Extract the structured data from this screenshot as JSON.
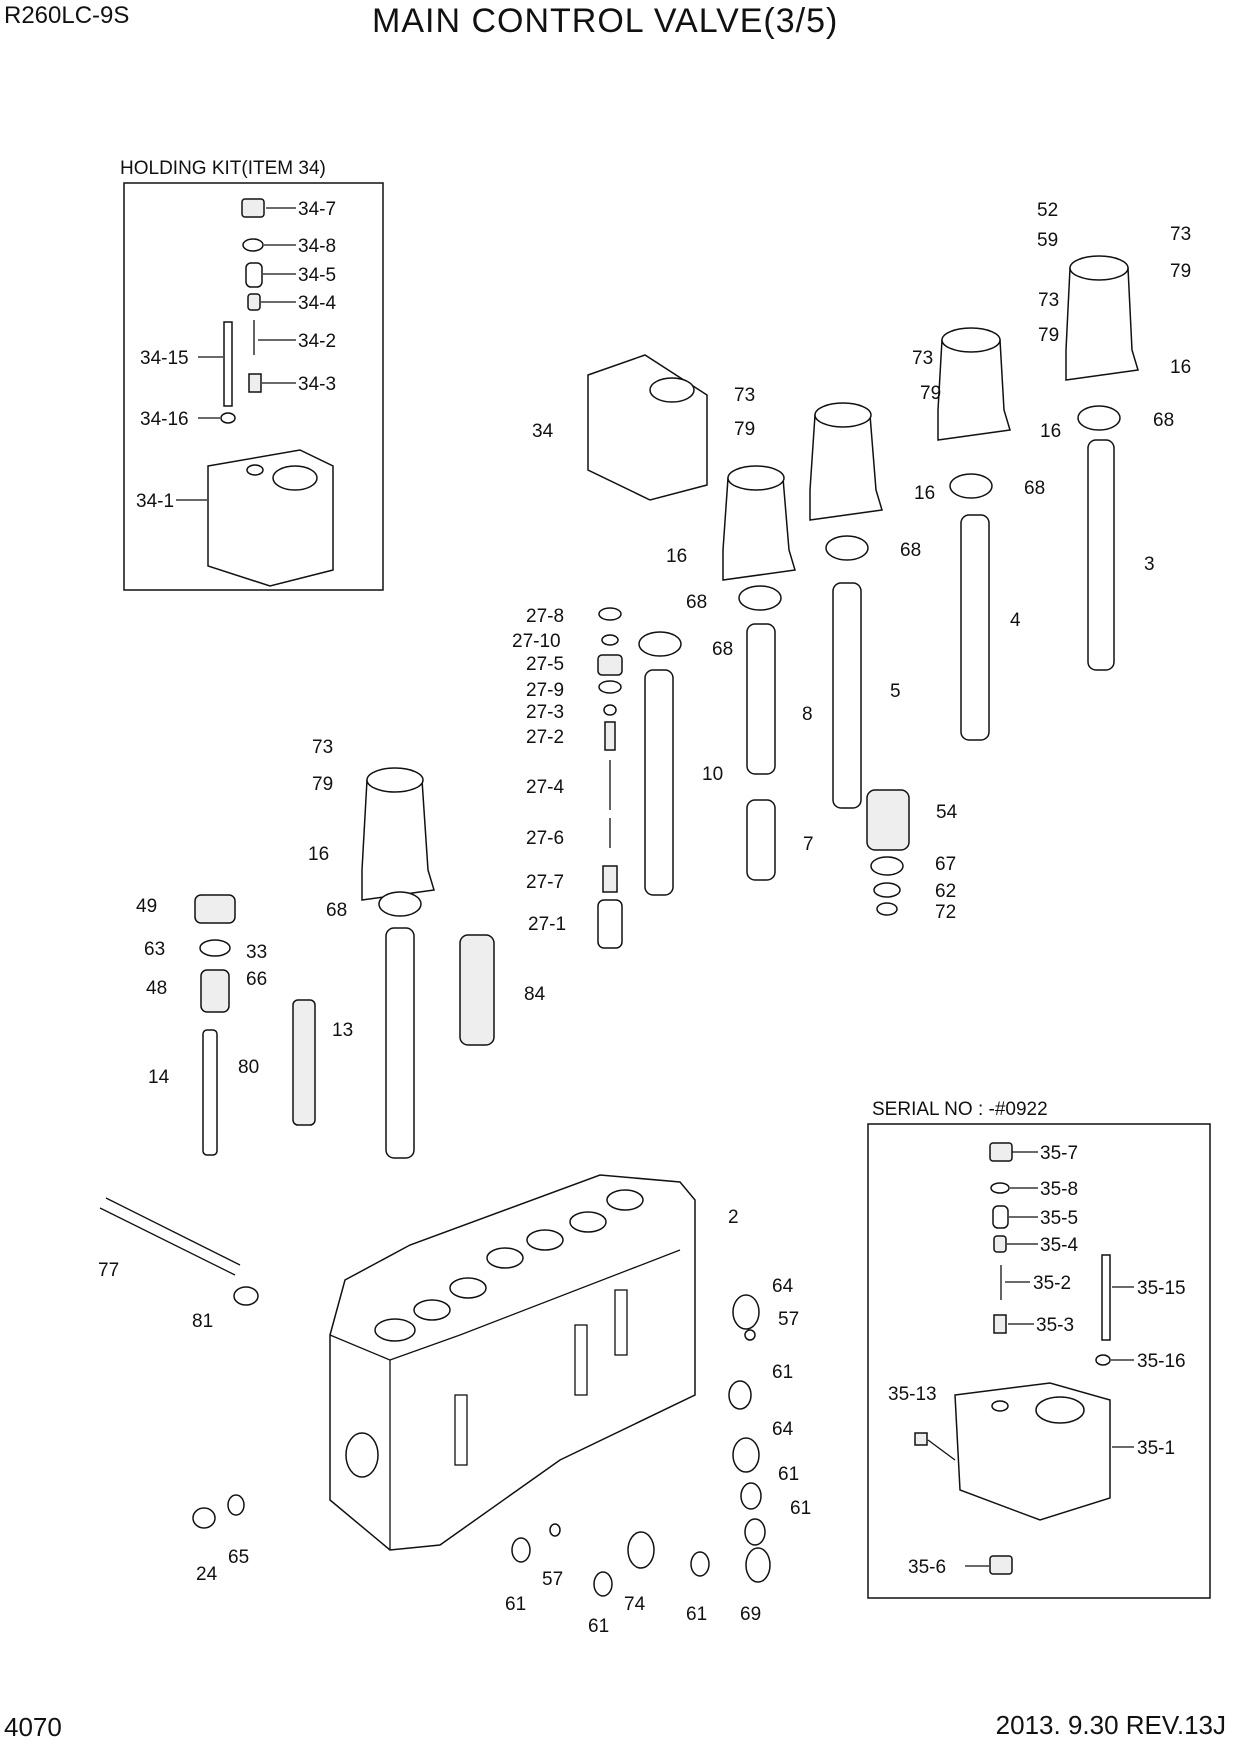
{
  "header": {
    "model": "R260LC-9S",
    "title": "MAIN CONTROL VALVE(3/5)"
  },
  "footer": {
    "page_number": "4070",
    "revision": "2013. 9.30  REV.13J"
  },
  "holding_kit": {
    "caption": "HOLDING KIT(ITEM 34)",
    "labels": [
      "34-7",
      "34-8",
      "34-5",
      "34-4",
      "34-2",
      "34-15",
      "34-3",
      "34-16",
      "34-1"
    ]
  },
  "serial_kit": {
    "caption": "SERIAL NO : -#0922",
    "labels": [
      "35-7",
      "35-8",
      "35-5",
      "35-4",
      "35-2",
      "35-15",
      "35-3",
      "35-16",
      "35-13",
      "35-1",
      "35-6"
    ]
  },
  "main_labels": [
    "52",
    "73",
    "59",
    "79",
    "73",
    "79",
    "16",
    "73",
    "79",
    "68",
    "73",
    "79",
    "16",
    "34",
    "73",
    "79",
    "16",
    "68",
    "16",
    "68",
    "3",
    "68",
    "27-8",
    "27-10",
    "68",
    "27-5",
    "27-9",
    "8",
    "5",
    "4",
    "27-3",
    "27-2",
    "10",
    "27-4",
    "54",
    "27-6",
    "7",
    "73",
    "79",
    "16",
    "27-7",
    "67",
    "62",
    "72",
    "49",
    "68",
    "27-1",
    "63",
    "33",
    "66",
    "48",
    "84",
    "13",
    "80",
    "14",
    "2",
    "77",
    "64",
    "81",
    "57",
    "61",
    "64",
    "61",
    "61",
    "24",
    "65",
    "57",
    "74",
    "61",
    "61",
    "69",
    "61"
  ]
}
